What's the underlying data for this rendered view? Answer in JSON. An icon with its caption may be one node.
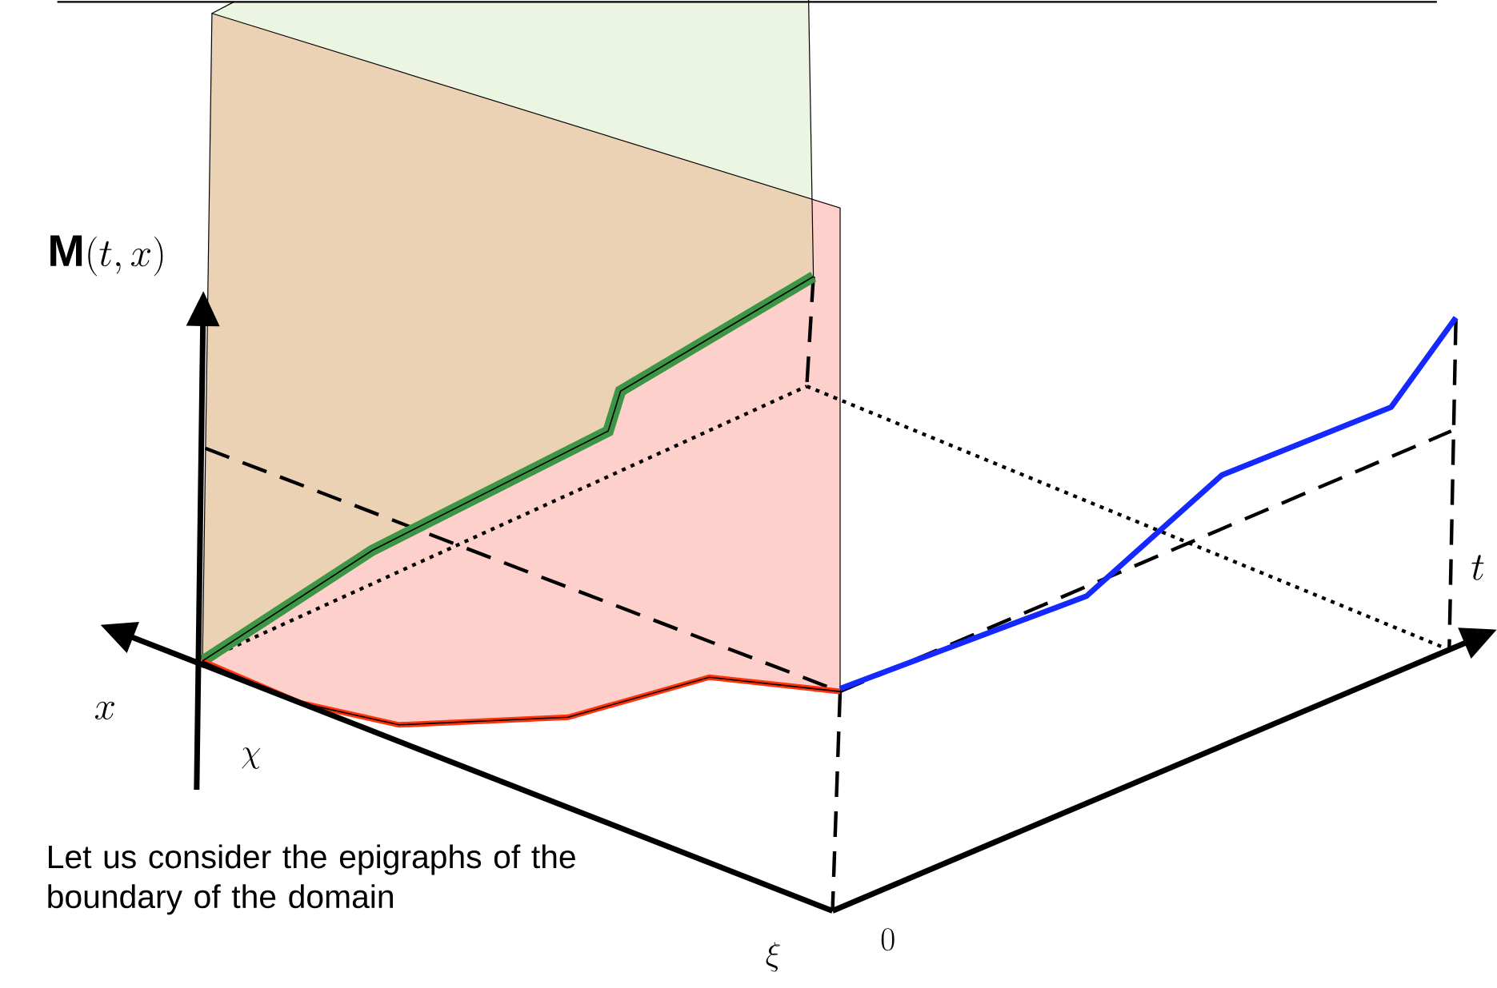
{
  "diagram": {
    "labels": [
      "\\mathbf{M}(t,x)",
      "x",
      "t",
      "\\chi",
      "\\xi",
      "0",
      "Let us consider the epigraphs of the boundary of the domain"
    ]
  }
}
